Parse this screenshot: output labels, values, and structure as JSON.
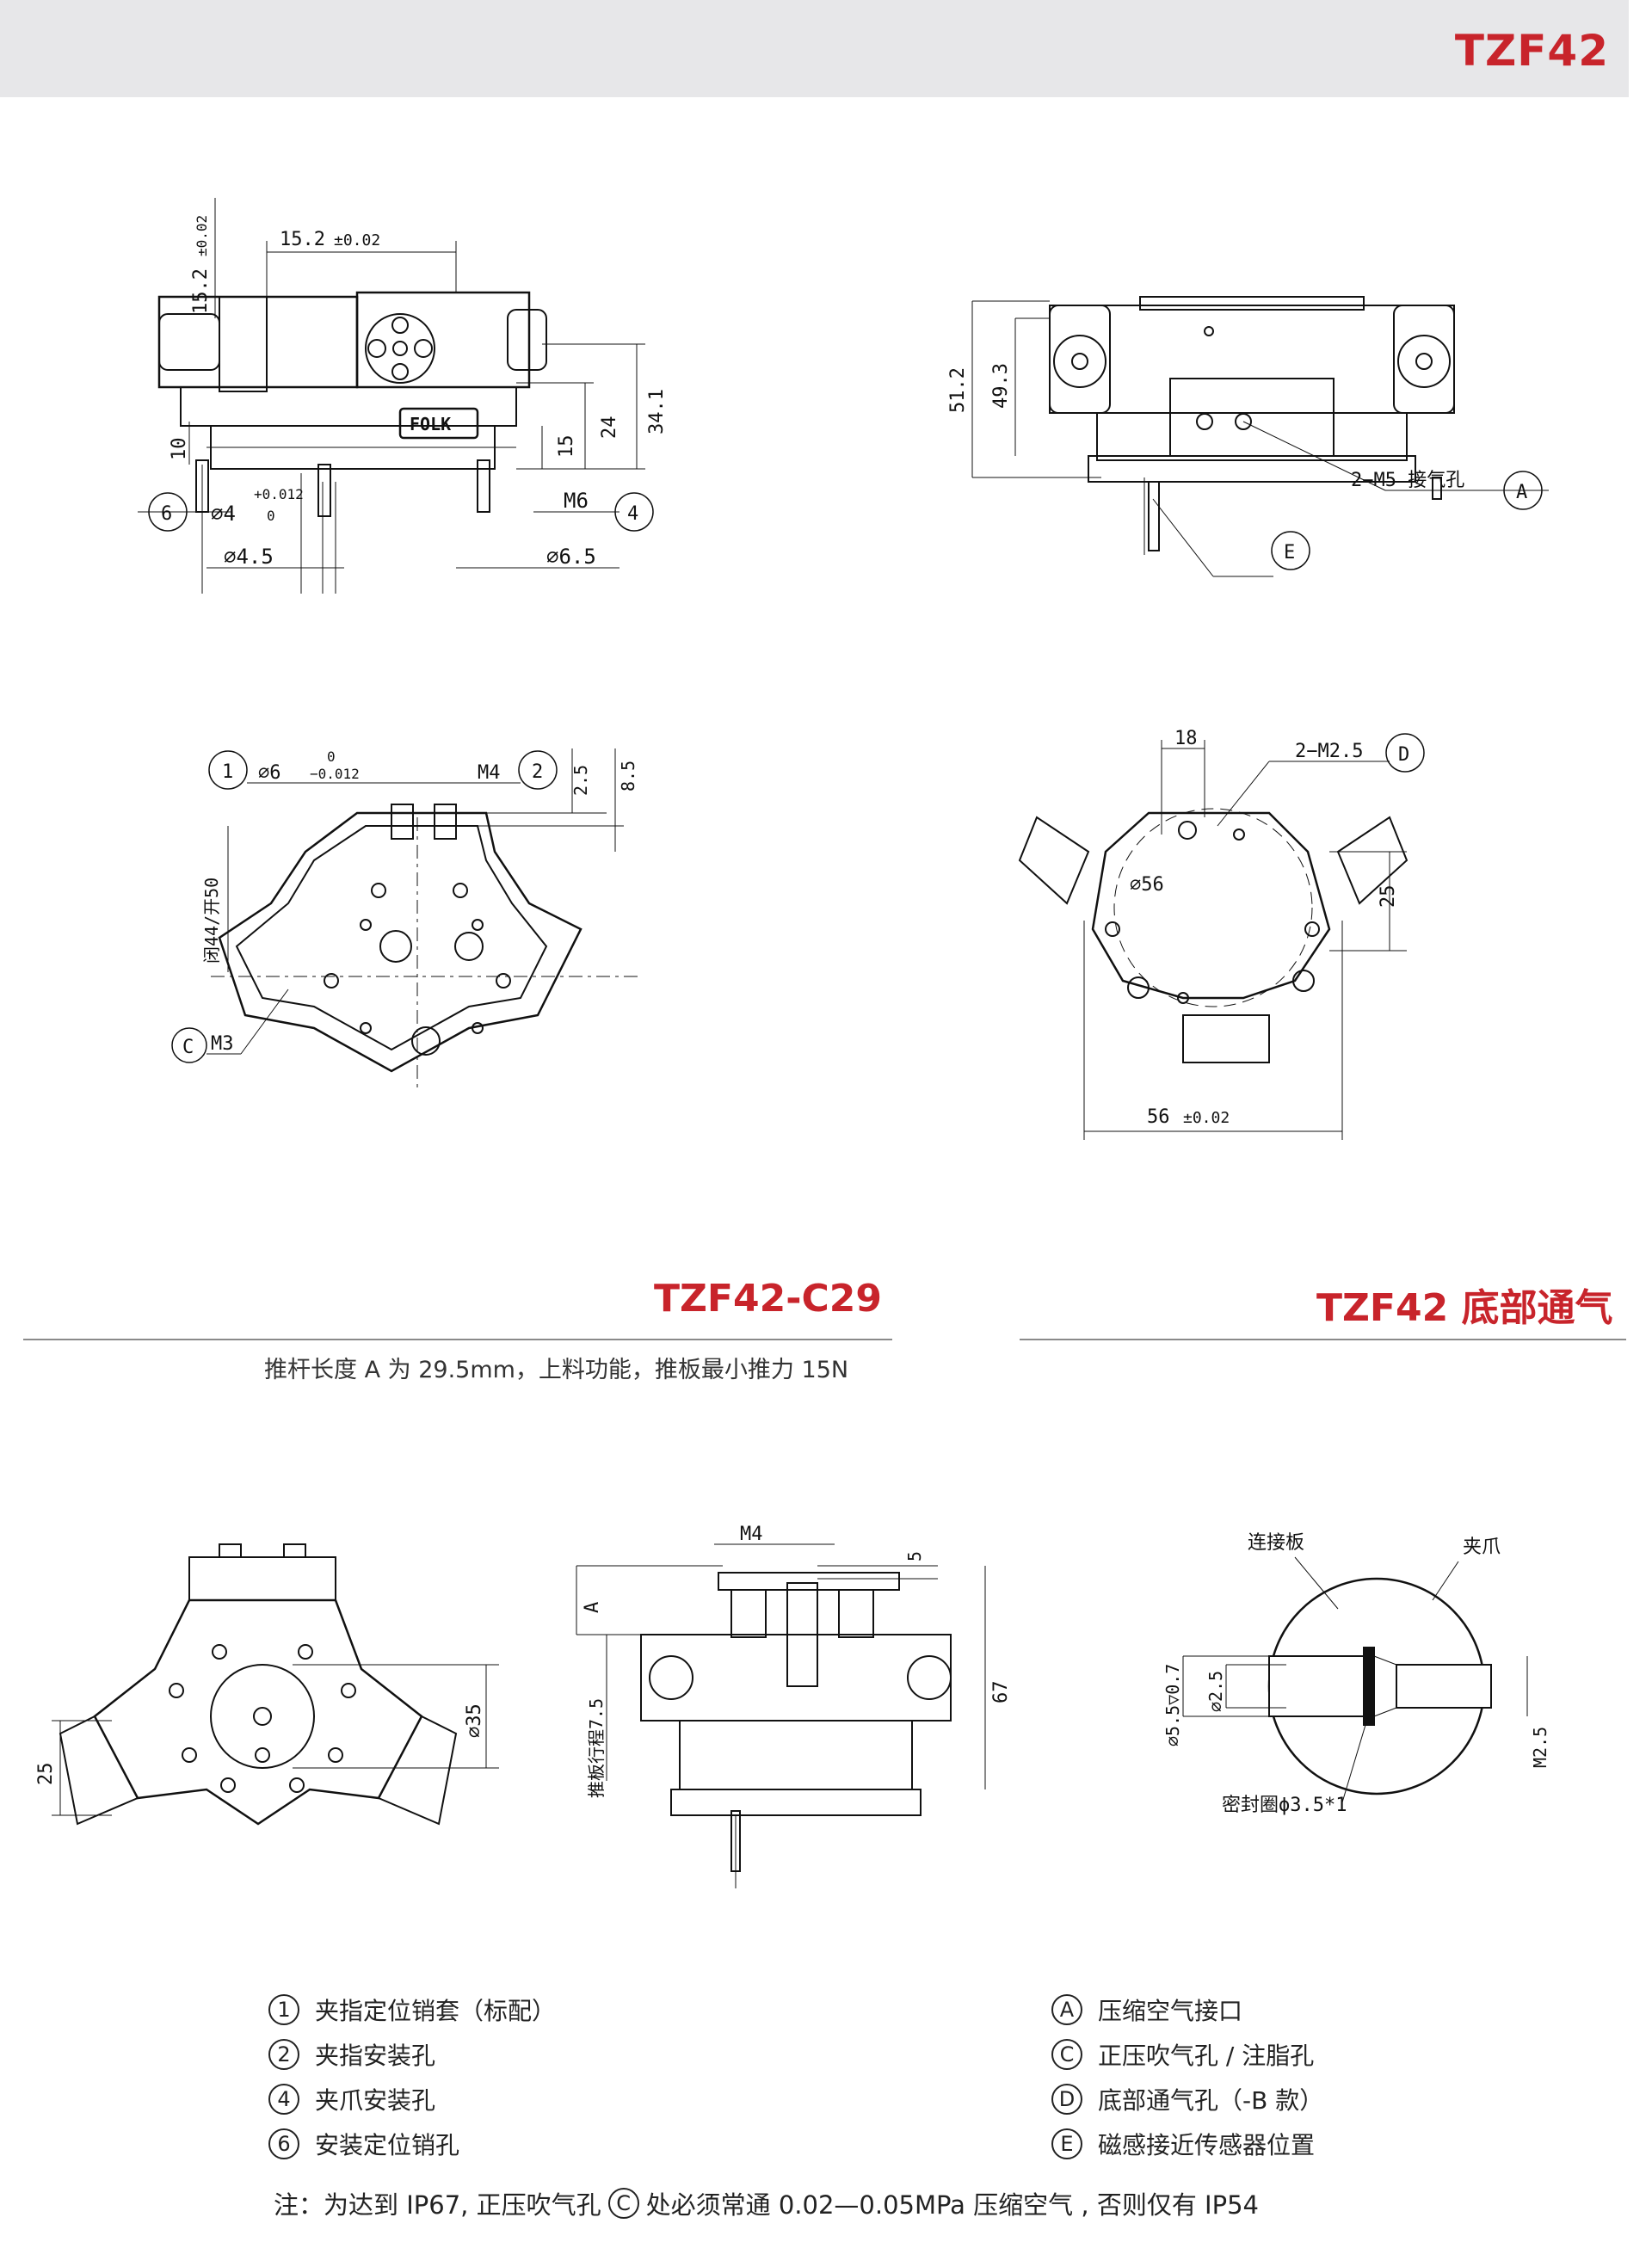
{
  "header": {
    "model": "TZF42"
  },
  "sections": {
    "c29": {
      "title": "TZF42-C29",
      "desc": "推杆长度 A 为 29.5mm，上料功能，推板最小推力 15N"
    },
    "bottom_air": {
      "title": "TZF42 底部通气"
    }
  },
  "dims": {
    "front": {
      "w1": "15.2",
      "w1_tol": "±0.02",
      "h1": "15.2",
      "h1_tol": "±0.02",
      "d10": "10",
      "d15": "15",
      "d24": "24",
      "d34": "34.1",
      "dia4": "∅4",
      "dia4_tol_up": "+0.012",
      "dia4_tol_lo": "0",
      "dia45": "∅4.5",
      "m6": "M6",
      "dia65": "∅6.5",
      "brand": "FOLK"
    },
    "side": {
      "h512": "51.2",
      "h493": "49.3",
      "m5": "2−M5 接气孔"
    },
    "top": {
      "dia6": "∅6",
      "dia6_tol_up": "0",
      "dia6_tol_lo": "−0.012",
      "m4": "M4",
      "d25": "2.5",
      "d85": "8.5",
      "stroke": "闭44/开50",
      "m3": "M3"
    },
    "bottom": {
      "d18": "18",
      "m25": "2−M2.5",
      "dia56": "∅56",
      "d25": "25",
      "w56": "56",
      "w56_tol": "±0.02"
    },
    "c29top": {
      "d25": "25",
      "dia35": "∅35"
    },
    "c29side": {
      "m4": "M4",
      "d5": "5",
      "a": "A",
      "stroke": "推板行程7.5",
      "d67": "67"
    },
    "detail": {
      "plate": "连接板",
      "jaw": "夹爪",
      "dia55": "∅5.5▽0.7",
      "dia25": "∅2.5",
      "m25": "M2.5",
      "seal": "密封圈ϕ3.5*1"
    }
  },
  "callouts": {
    "c1": "1",
    "c2": "2",
    "c4": "4",
    "c6": "6",
    "cA": "A",
    "cC": "C",
    "cD": "D",
    "cE": "E"
  },
  "legend_left": [
    {
      "n": "1",
      "t": "夹指定位销套（标配）"
    },
    {
      "n": "2",
      "t": "夹指安装孔"
    },
    {
      "n": "4",
      "t": "夹爪安装孔"
    },
    {
      "n": "6",
      "t": "安装定位销孔"
    }
  ],
  "legend_right": [
    {
      "n": "A",
      "t": "压缩空气接口"
    },
    {
      "n": "C",
      "t": "正压吹气孔 / 注脂孔"
    },
    {
      "n": "D",
      "t": "底部通气孔（-B 款）"
    },
    {
      "n": "E",
      "t": "磁感接近传感器位置"
    }
  ],
  "note": {
    "pre": "注：为达到 IP67, 正压吹气孔",
    "badge": "C",
    "post": "处必须常通 0.02—0.05MPa 压缩空气 , 否则仅有 IP54"
  }
}
